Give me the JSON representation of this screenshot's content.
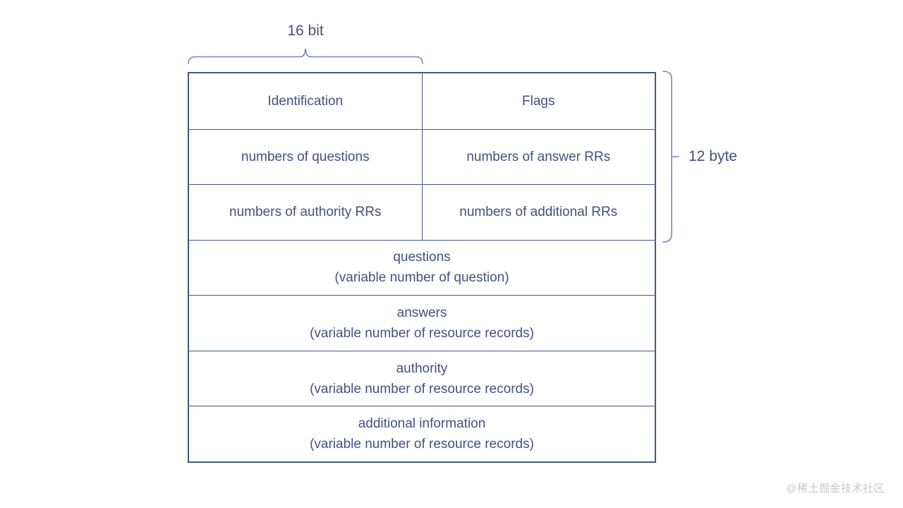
{
  "diagram": {
    "bit_label": "16 bit",
    "byte_label": "12 byte",
    "header_rows": [
      {
        "left": "Identification",
        "right": "Flags"
      },
      {
        "left": "numbers of questions",
        "right": "numbers of answer RRs"
      },
      {
        "left": "numbers of authority RRs",
        "right": "numbers of additional RRs"
      }
    ],
    "body_rows": [
      {
        "title": "questions",
        "subtitle": "(variable number of question)"
      },
      {
        "title": "answers",
        "subtitle": "(variable number of resource records)"
      },
      {
        "title": "authority",
        "subtitle": "(variable number of resource records)"
      },
      {
        "title": "additional information",
        "subtitle": "(variable number of resource records)"
      }
    ]
  },
  "watermark": "@稀土掘金技术社区",
  "colors": {
    "text": "#44517e",
    "border": "#45597c",
    "brace": "#7488bd",
    "watermark": "#c9c9c9",
    "background": "#ffffff"
  }
}
